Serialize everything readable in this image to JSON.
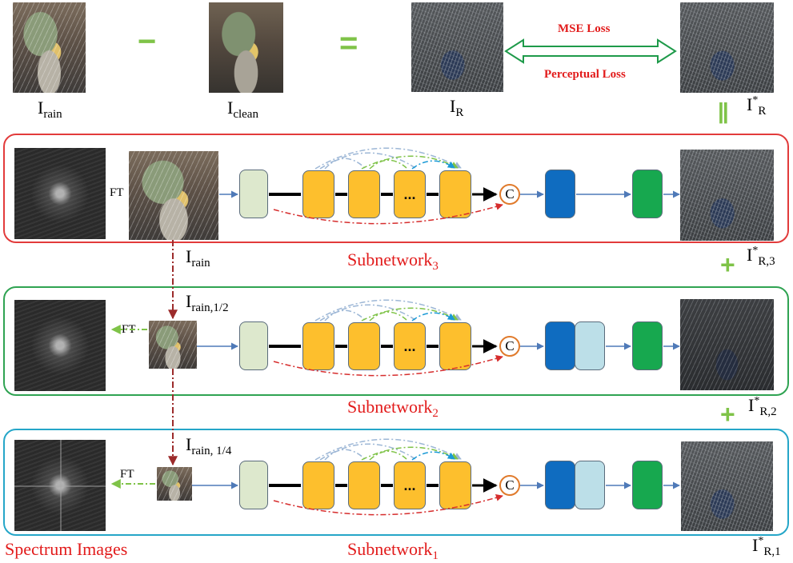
{
  "colors": {
    "panel3": "#e23b3b",
    "panel2": "#2fa352",
    "panel1": "#25a6c8",
    "operator_green": "#7fc348",
    "loss_text": "#e21b1b",
    "arrow_blue": "#4f7ab8",
    "arrow_red": "#d62d2d"
  },
  "top": {
    "minus": "−",
    "equals": "=",
    "label_rain": {
      "main": "I",
      "sub": "rain"
    },
    "label_clean": {
      "main": "I",
      "sub": "clean"
    },
    "label_residual": {
      "main": "I",
      "sub": "R"
    },
    "label_residual_pred": {
      "main": "I",
      "sup": "*",
      "sub": "R"
    },
    "mse_loss": "MSE Loss",
    "perceptual_loss": "Perceptual Loss",
    "eq_vertical": "||"
  },
  "subnetworks": [
    {
      "name": "Subnetwork",
      "sub": "3",
      "ft": "FT",
      "input_label": {
        "main": "I",
        "sub": "rain"
      },
      "output_label": {
        "main": "I",
        "sup": "*",
        "sub": "R,3"
      },
      "concat": "C",
      "dots": "..."
    },
    {
      "name": "Subnetwork",
      "sub": "2",
      "ft": "FT",
      "input_label": {
        "main": "I",
        "sub": "rain,1/2"
      },
      "output_label": {
        "main": "I",
        "sup": "*",
        "sub": "R,2"
      },
      "concat": "C",
      "dots": "..."
    },
    {
      "name": "Subnetwork",
      "sub": "1",
      "ft": "FT",
      "input_label": {
        "main": "I",
        "sub": "rain, 1/4"
      },
      "output_label": {
        "main": "I",
        "sup": "*",
        "sub": "R,1"
      },
      "concat": "C",
      "dots": "..."
    }
  ],
  "plus": "+",
  "spectrum_label": "Spectrum Images"
}
